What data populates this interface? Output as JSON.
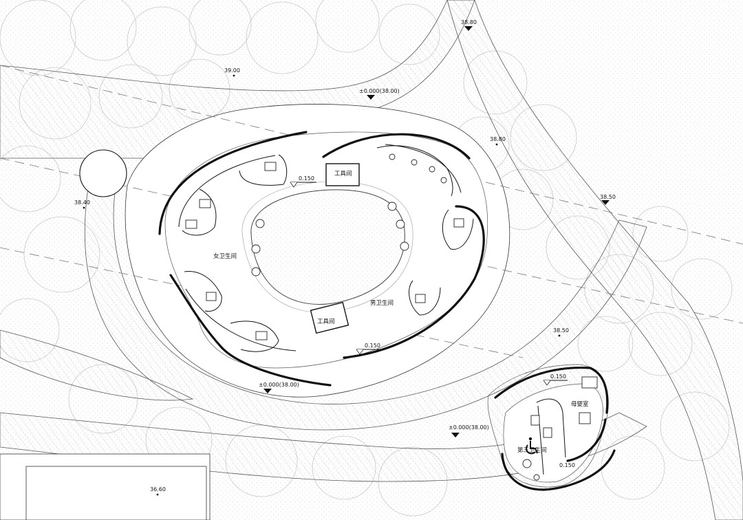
{
  "levels": {
    "l_3880_top": "38.80",
    "l_3900": "39.00",
    "l_zero_top": "±0.000(38.00)",
    "l_3880_mid": "38.80",
    "l_3840": "38.40",
    "l_3850_right": "38.50",
    "l_3850_lower": "38.50",
    "l_zero_bottom": "±0.000(38.00)",
    "l_zero_right": "±0.000(38.00)",
    "l_3660": "36.60"
  },
  "spot_heights": {
    "s_main_left": "0.150",
    "s_main_bottom": "0.150",
    "s_small_top": "0.150",
    "s_small_bottom": "0.150"
  },
  "rooms": {
    "womens_restroom": "女卫生间",
    "mens_restroom": "男卫生间",
    "tool_room_top": "工具间",
    "tool_room_bottom": "工具间",
    "mother_baby_room": "母婴室",
    "accessible_restroom": "第三卫生间"
  },
  "colors": {
    "ink": "#111111",
    "tree": "#c8c8c8",
    "hatch": "#b5b5b5"
  }
}
